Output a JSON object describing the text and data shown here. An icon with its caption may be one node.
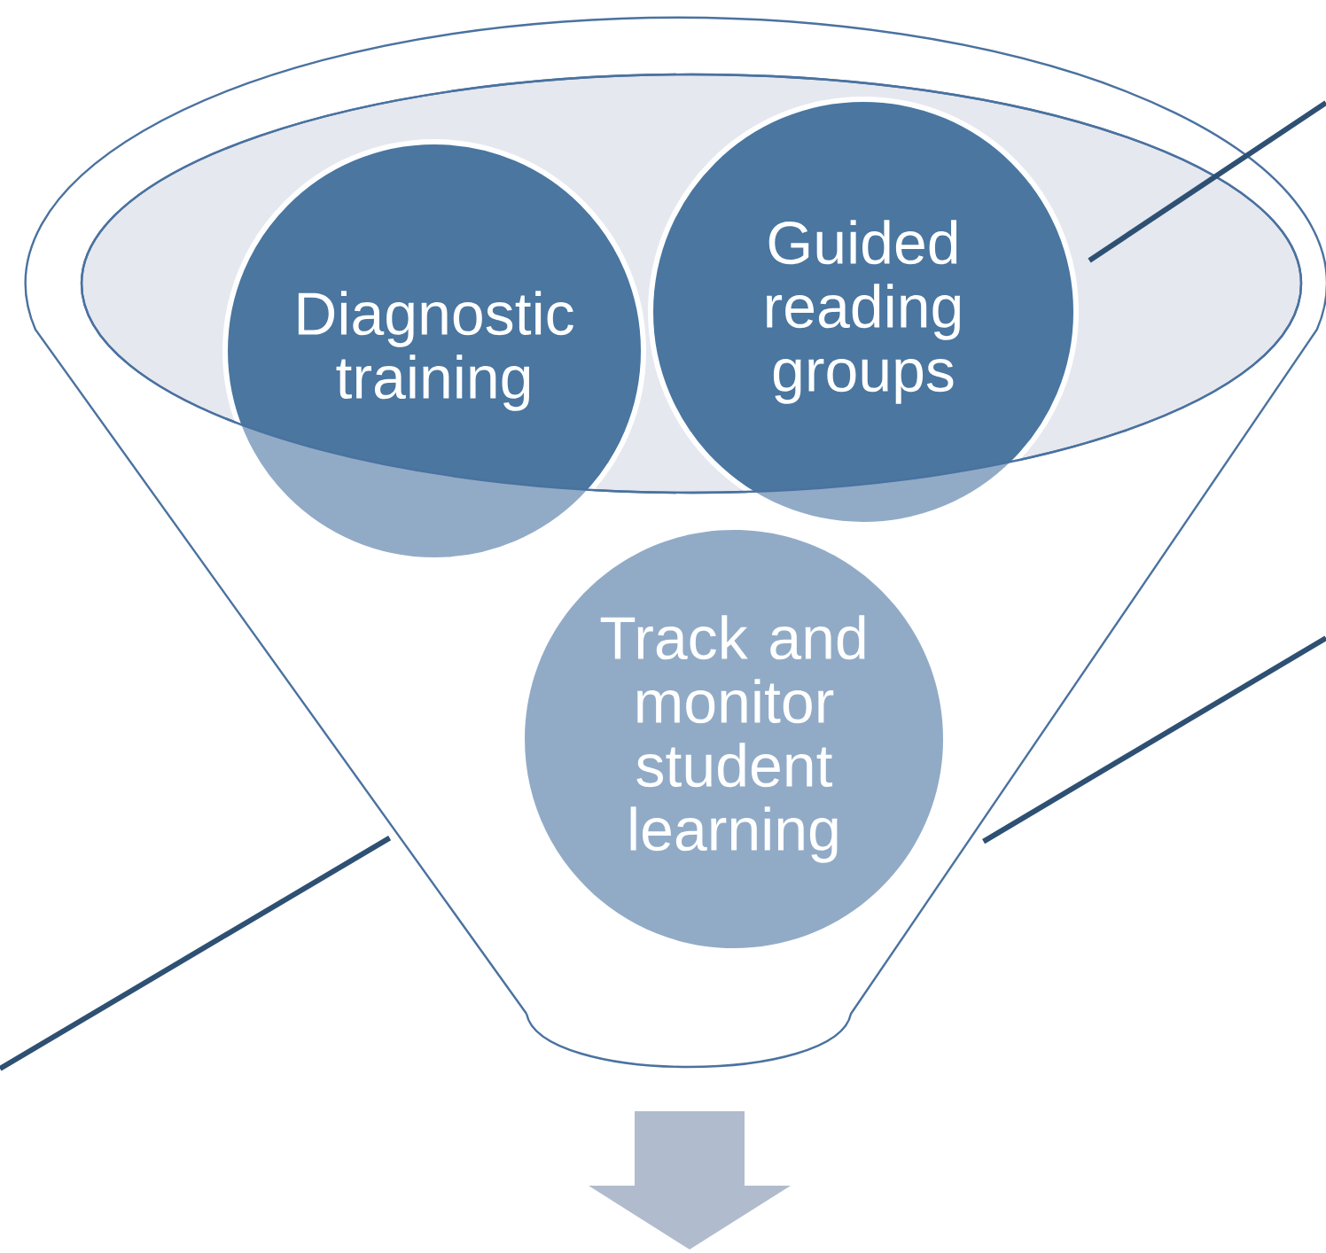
{
  "diagram": {
    "nodes": [
      {
        "text": [],
        "shape": "funnel"
      },
      {
        "text": [
          "Diagnostic training"
        ],
        "in": 0
      },
      {
        "text": [
          "Guided reading groups"
        ],
        "in": 0
      },
      {
        "text": [
          "Track and monitor student learning"
        ],
        "in": 0
      }
    ],
    "edges": [
      {
        "from": 2,
        "to": null,
        "arrow": "none"
      },
      {
        "from": 0,
        "to": null,
        "arrow": "none"
      },
      {
        "from": 0,
        "to": null,
        "arrow": "none"
      }
    ]
  }
}
